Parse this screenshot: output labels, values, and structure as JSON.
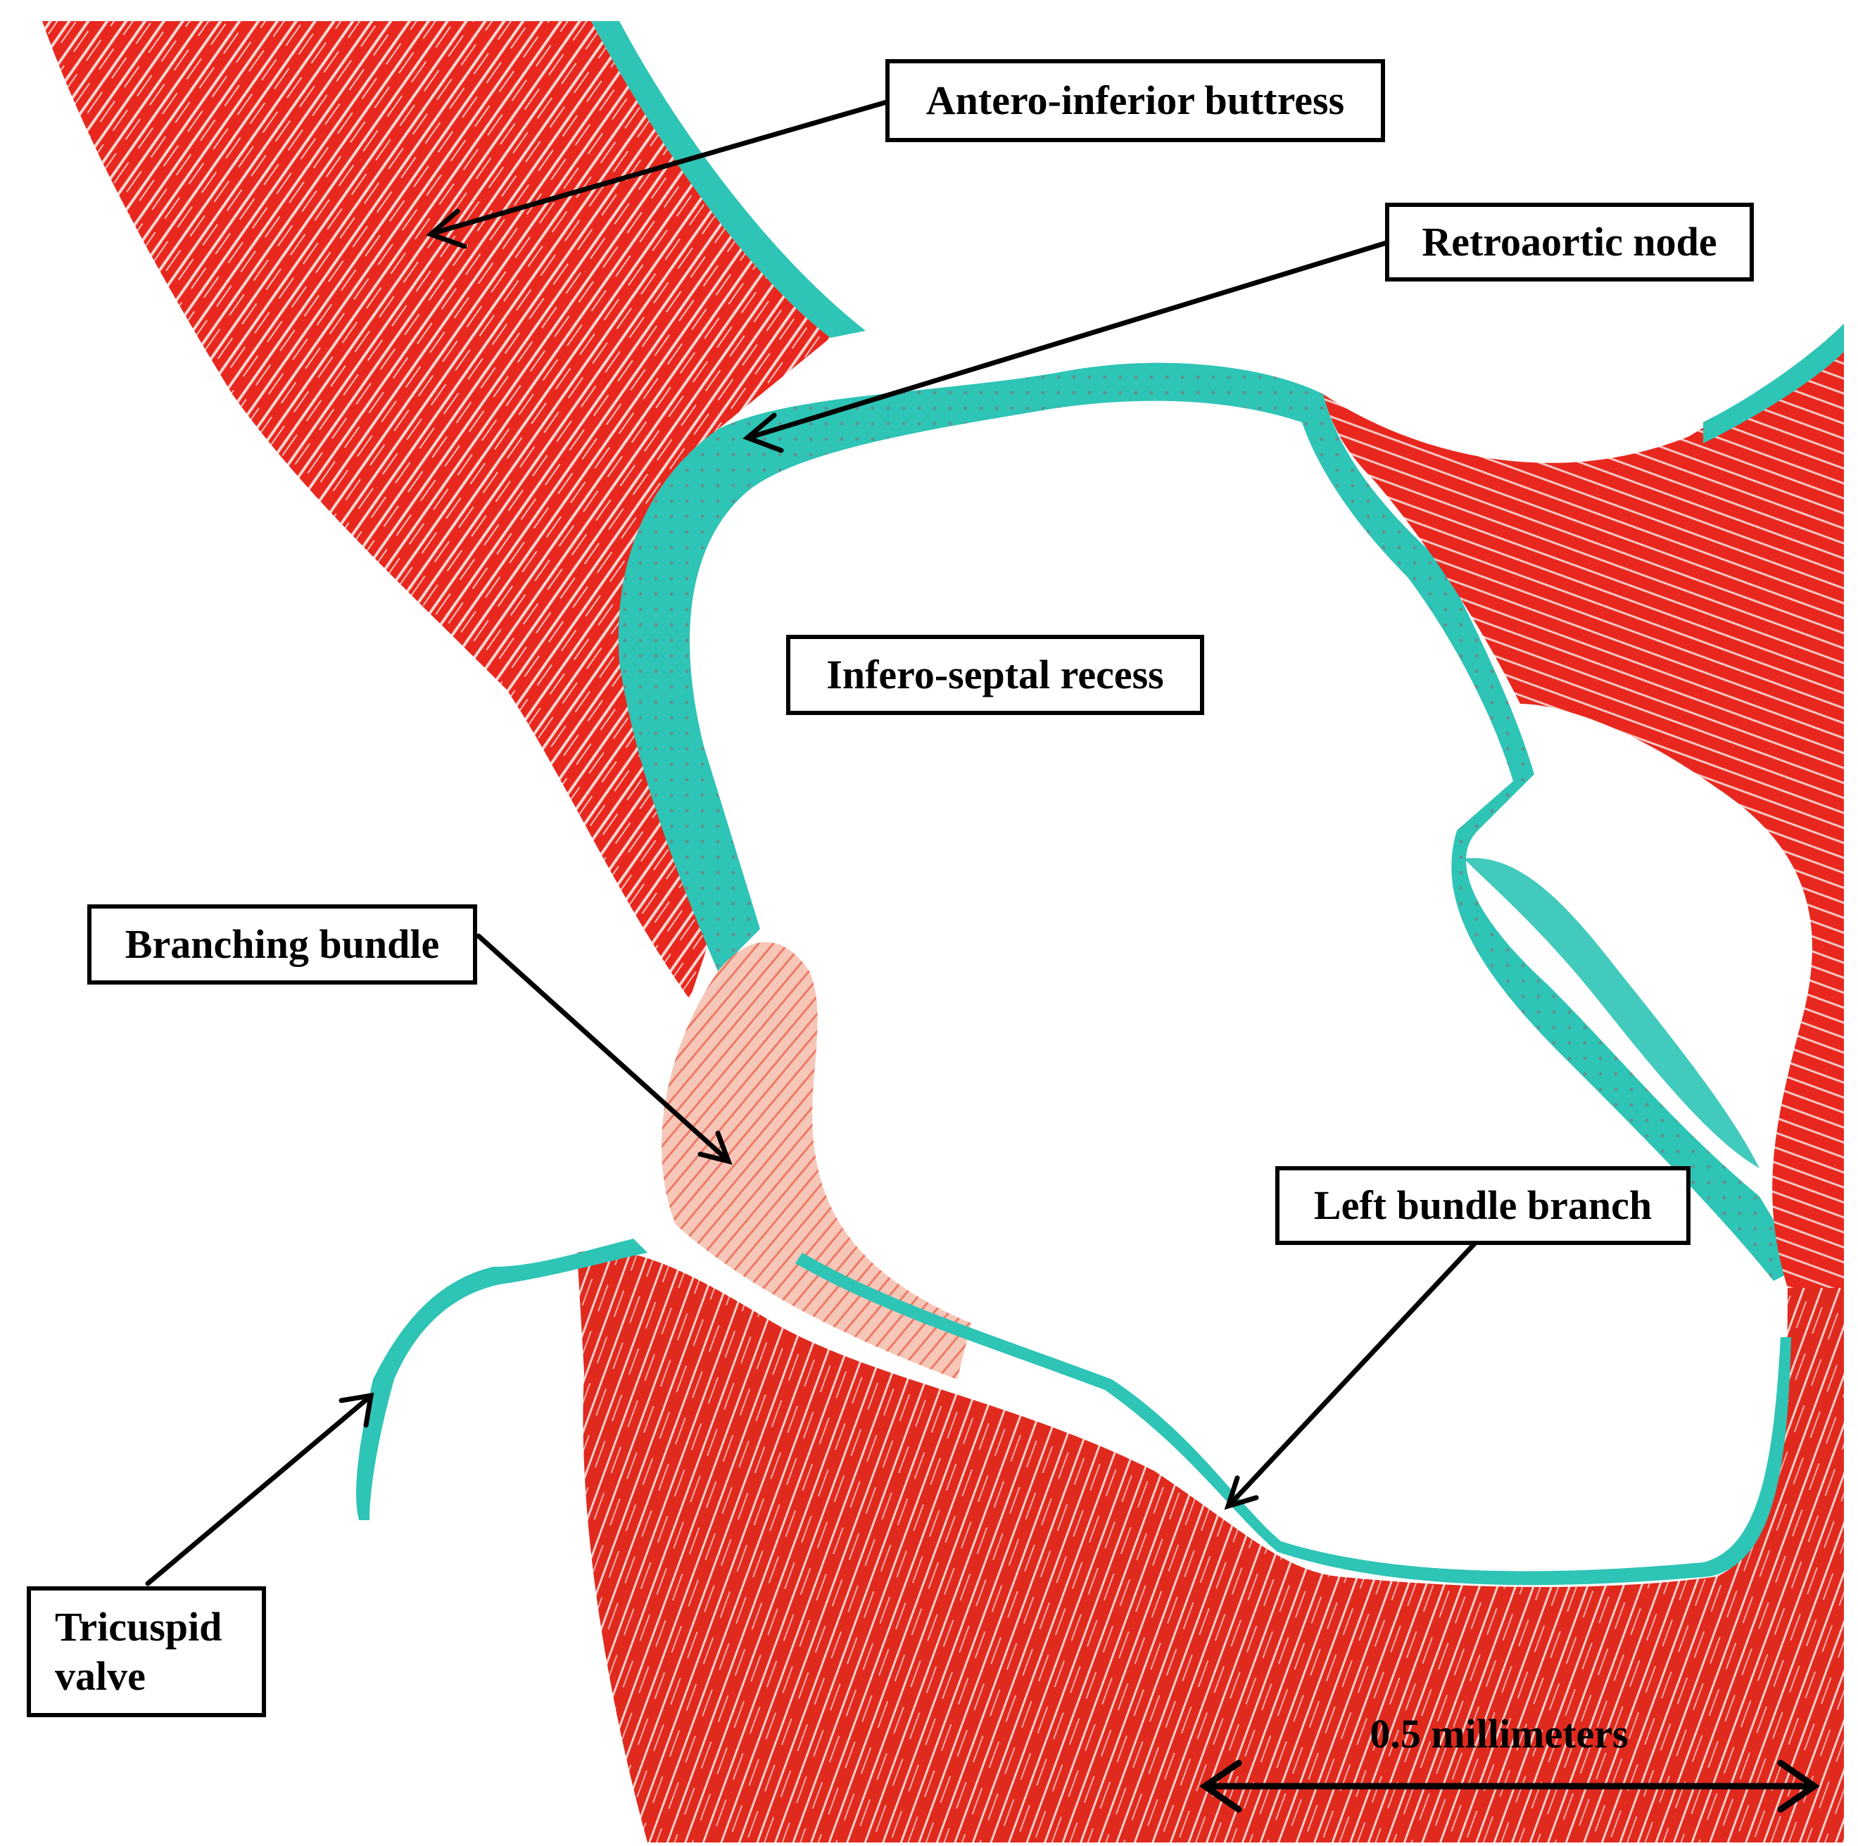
{
  "figure": {
    "labels": {
      "antero_inferior_buttress": "Antero-inferior buttress",
      "retroaortic_node": "Retroaortic node",
      "infero_septal_recess": "Infero-septal recess",
      "branching_bundle": "Branching bundle",
      "left_bundle_branch": "Left bundle branch",
      "tricuspid_valve_line1": "Tricuspid",
      "tricuspid_valve_line2": "valve"
    },
    "scale_bar": {
      "label": "0.5 millimeters"
    },
    "colors": {
      "myocardium": "#e8281e",
      "myocardium_dark": "#c81a12",
      "connective_tissue": "#2ec4b6",
      "background": "#ffffff",
      "annotation": "#000000"
    }
  }
}
